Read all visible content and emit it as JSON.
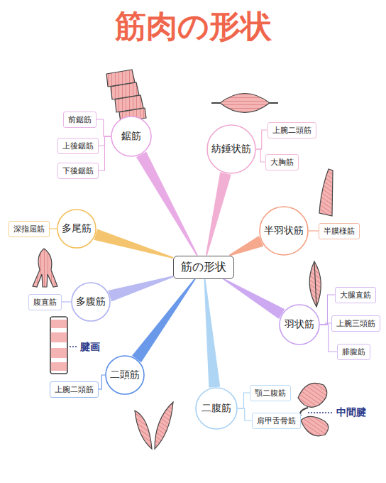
{
  "diagram": {
    "title": "筋肉の形状",
    "nodes": [
      {
        "text": [
          "筋の形状"
        ]
      },
      {
        "text": [
          "鋸筋"
        ]
      },
      {
        "text": [
          "前鋸筋"
        ]
      },
      {
        "text": [
          "上後鋸筋"
        ]
      },
      {
        "text": [
          "下後鋸筋"
        ]
      },
      {
        "text": [
          "紡錘状筋"
        ]
      },
      {
        "text": [
          "上腕二頭筋"
        ]
      },
      {
        "text": [
          "大胸筋"
        ]
      },
      {
        "text": [
          "半羽状筋"
        ]
      },
      {
        "text": [
          "半膜様筋"
        ]
      },
      {
        "text": [
          "羽状筋"
        ]
      },
      {
        "text": [
          "大腿直筋"
        ]
      },
      {
        "text": [
          "上腕三頭筋"
        ]
      },
      {
        "text": [
          "腓腹筋"
        ]
      },
      {
        "text": [
          "二腹筋"
        ]
      },
      {
        "text": [
          "顎二腹筋"
        ]
      },
      {
        "text": [
          "肩甲舌骨筋"
        ]
      },
      {
        "text": [
          "二頭筋"
        ]
      },
      {
        "text": [
          "上腕二頭筋"
        ]
      },
      {
        "text": [
          "多腹筋"
        ]
      },
      {
        "text": [
          "腹直筋"
        ]
      },
      {
        "text": [
          "多尾筋"
        ]
      },
      {
        "text": [
          "深指屈筋"
        ]
      }
    ],
    "edges": [
      {
        "from": 0,
        "to": 1,
        "arrow": "none"
      },
      {
        "from": 0,
        "to": 5,
        "arrow": "none"
      },
      {
        "from": 0,
        "to": 8,
        "arrow": "none"
      },
      {
        "from": 0,
        "to": 10,
        "arrow": "none"
      },
      {
        "from": 0,
        "to": 14,
        "arrow": "none"
      },
      {
        "from": 0,
        "to": 17,
        "arrow": "none"
      },
      {
        "from": 0,
        "to": 19,
        "arrow": "none"
      },
      {
        "from": 0,
        "to": 21,
        "arrow": "none"
      },
      {
        "from": 1,
        "to": 2,
        "arrow": "none"
      },
      {
        "from": 1,
        "to": 3,
        "arrow": "none"
      },
      {
        "from": 1,
        "to": 4,
        "arrow": "none"
      },
      {
        "from": 5,
        "to": 6,
        "arrow": "none"
      },
      {
        "from": 5,
        "to": 7,
        "arrow": "none"
      },
      {
        "from": 8,
        "to": 9,
        "arrow": "none"
      },
      {
        "from": 10,
        "to": 11,
        "arrow": "none"
      },
      {
        "from": 10,
        "to": 12,
        "arrow": "none"
      },
      {
        "from": 10,
        "to": 13,
        "arrow": "none"
      },
      {
        "from": 14,
        "to": 15,
        "arrow": "none"
      },
      {
        "from": 14,
        "to": 16,
        "arrow": "none"
      },
      {
        "from": 17,
        "to": 18,
        "arrow": "none"
      },
      {
        "from": 19,
        "to": 20,
        "arrow": "none"
      },
      {
        "from": 21,
        "to": 22,
        "arrow": "none"
      }
    ],
    "labels": [
      "腱画",
      "中間腱"
    ]
  }
}
